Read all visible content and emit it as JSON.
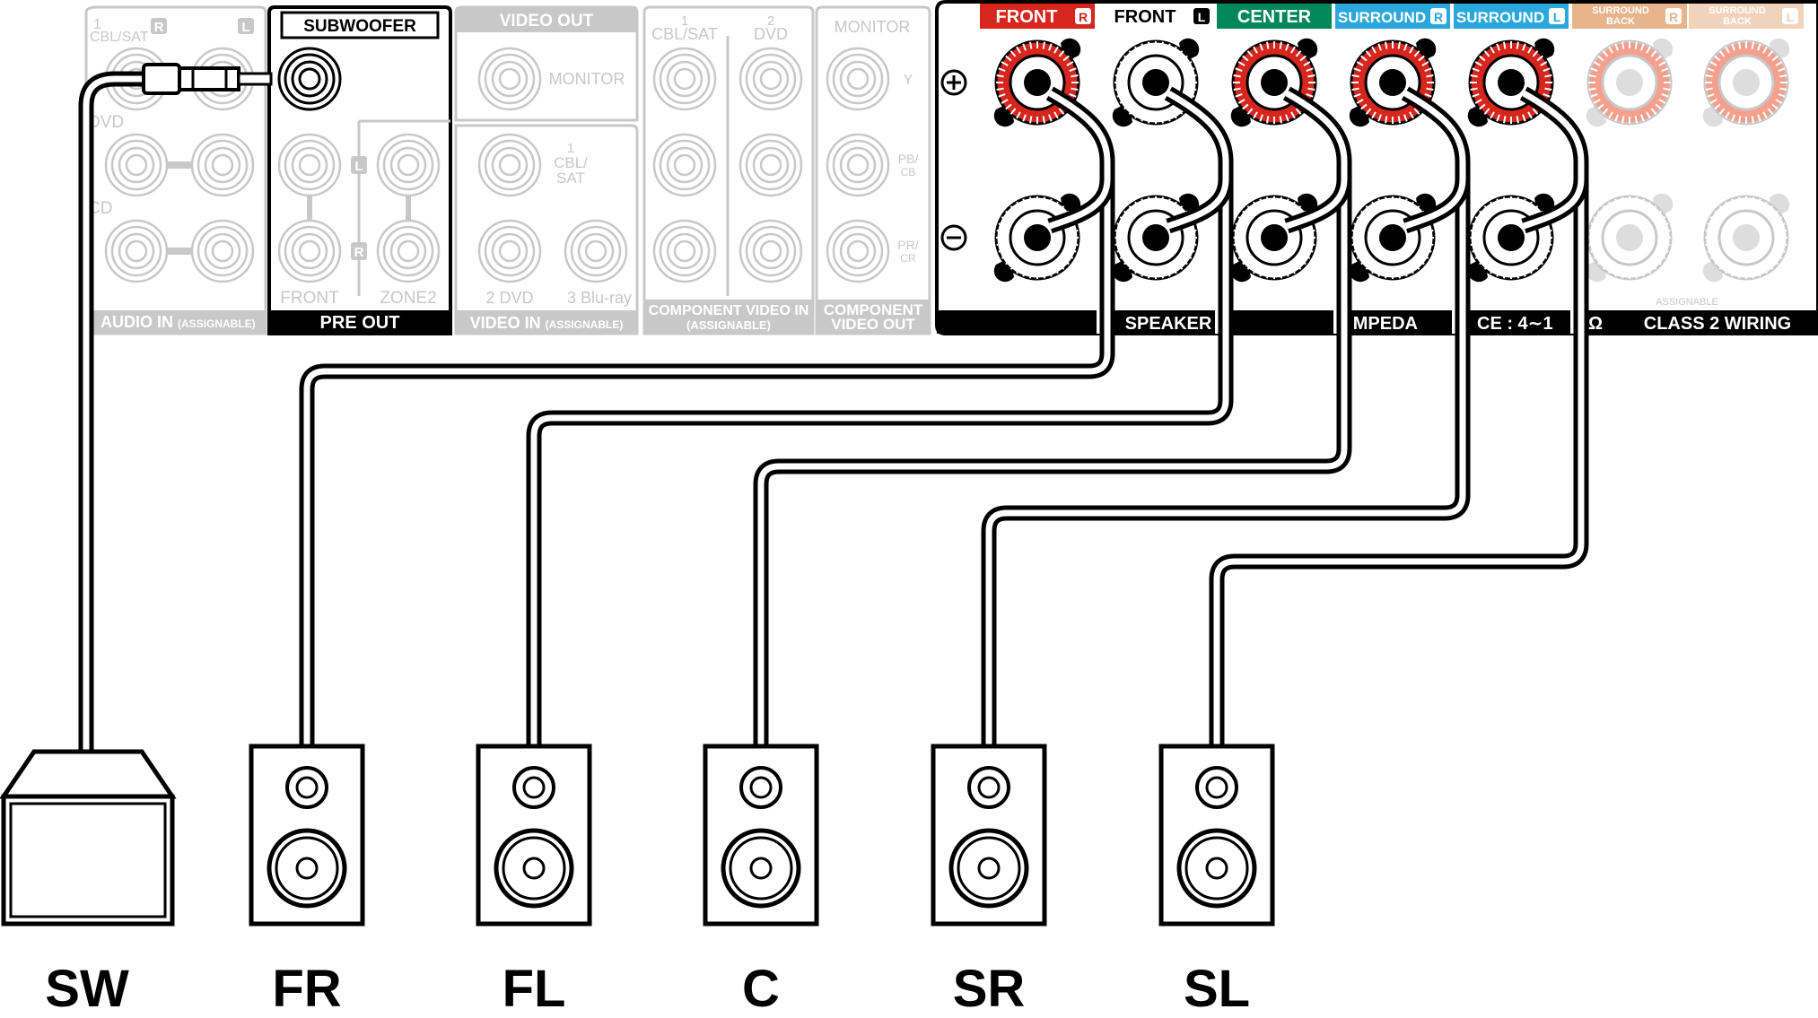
{
  "panel": {
    "audio_in": {
      "col_labels": [
        "1",
        "CBL/SAT"
      ],
      "channels": {
        "r": "R",
        "l": "L"
      },
      "row_labels": [
        "DVD",
        "CD"
      ],
      "footer": "AUDIO IN",
      "footer_note": "(ASSIGNABLE)"
    },
    "pre_out": {
      "subwoofer_label": "SUBWOOFER",
      "channels": {
        "l": "L",
        "r": "R"
      },
      "col_labels": [
        "FRONT",
        "ZONE2"
      ],
      "footer": "PRE OUT"
    },
    "video_out": {
      "header": "VIDEO OUT",
      "monitor_label": "MONITOR"
    },
    "video_in": {
      "input1_num": "1",
      "input1_lines": [
        "CBL/",
        "SAT"
      ],
      "input2": "2 DVD",
      "input3": "3 Blu-ray",
      "footer": "VIDEO IN",
      "footer_note": "(ASSIGNABLE)"
    },
    "component_in": {
      "col1_num": "1",
      "col1_name": "CBL/SAT",
      "col2_num": "2",
      "col2_name": "DVD",
      "footer_lines": [
        "COMPONENT VIDEO IN",
        "(ASSIGNABLE)"
      ]
    },
    "component_out": {
      "header": "MONITOR",
      "y_label": "Y",
      "pb_label": [
        "PB/",
        "CB"
      ],
      "pr_label": [
        "PR/",
        "CR"
      ],
      "footer_lines": [
        "COMPONENT",
        "VIDEO OUT"
      ]
    },
    "speakers": {
      "plus": "+",
      "minus": "−",
      "terminals": [
        {
          "name": "FRONT",
          "side": "R",
          "color": "#d7261e"
        },
        {
          "name": "FRONT",
          "side": "L",
          "color": "#ffffff"
        },
        {
          "name": "CENTER",
          "side": "",
          "color": "#00875a"
        },
        {
          "name": "SURROUND",
          "side": "R",
          "color": "#2aa8dd"
        },
        {
          "name": "SURROUND",
          "side": "L",
          "color": "#2aa8dd"
        }
      ],
      "surround_back": [
        {
          "name_lines": [
            "SURROUND",
            "BACK"
          ],
          "side": "R",
          "color": "#e8b48c"
        },
        {
          "name_lines": [
            "SURROUND",
            "BACK"
          ],
          "side": "L",
          "color": "#f1d3bb"
        }
      ],
      "assignable": "ASSIGNABLE",
      "footer_parts": [
        "SPEAKER",
        "IMPEDA",
        "CE : 4∼1",
        "Ω",
        "CLASS 2 WIRING"
      ]
    }
  },
  "speaker_labels": [
    "SW",
    "FR",
    "FL",
    "C",
    "SR",
    "SL"
  ]
}
